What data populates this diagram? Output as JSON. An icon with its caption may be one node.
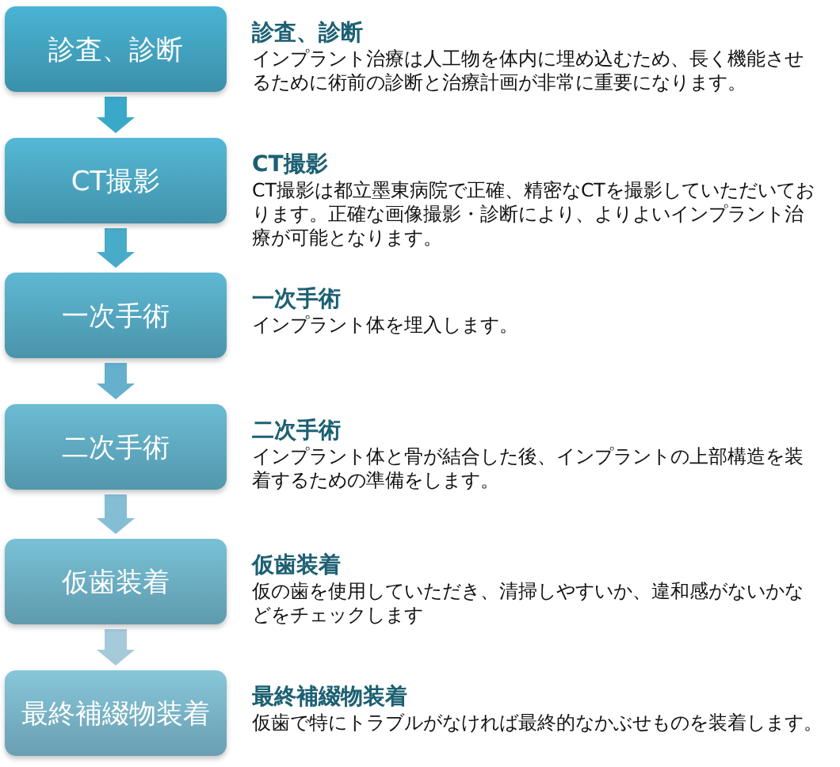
{
  "diagram": {
    "nodes": [
      {
        "text": [
          "診査、診断"
        ],
        "beside": [
          "診査、診断",
          "インプラント治療は人工物を体内に埋め込むため、長く機能させるために術前の診断と治療計画が非常に重要になります。"
        ]
      },
      {
        "text": [
          "CT撮影"
        ],
        "beside": [
          "CT撮影",
          "CT撮影は都立墨東病院で正確、精密なCTを撮影していただいております。正確な画像撮影・診断により、よりよいインプラント治療が可能となります。"
        ]
      },
      {
        "text": [
          "一次手術"
        ],
        "beside": [
          "一次手術",
          "インプラント体を埋入します。"
        ]
      },
      {
        "text": [
          "二次手術"
        ],
        "beside": [
          "二次手術",
          "インプラント体と骨が結合した後、インプラントの上部構造を装着するための準備をします。"
        ]
      },
      {
        "text": [
          "仮歯装着"
        ],
        "beside": [
          "仮歯装着",
          "仮の歯を使用していただき、清掃しやすいか、違和感がないかなどをチェックします"
        ]
      },
      {
        "text": [
          "最終補綴物装着"
        ],
        "beside": [
          "最終補綴物装着",
          "仮歯で特にトラブルがなければ最終的なかぶせものを装着します。"
        ]
      }
    ],
    "edges": [
      {
        "from": 0,
        "to": 1,
        "arrow": "to",
        "color": "#3aa8c8"
      },
      {
        "from": 1,
        "to": 2,
        "arrow": "to",
        "color": "#48abc9"
      },
      {
        "from": 2,
        "to": 3,
        "arrow": "to",
        "color": "#65b0cc"
      },
      {
        "from": 3,
        "to": 4,
        "arrow": "to",
        "color": "#84bed4"
      },
      {
        "from": 4,
        "to": 5,
        "arrow": "to",
        "color": "#a5cad9"
      }
    ]
  }
}
